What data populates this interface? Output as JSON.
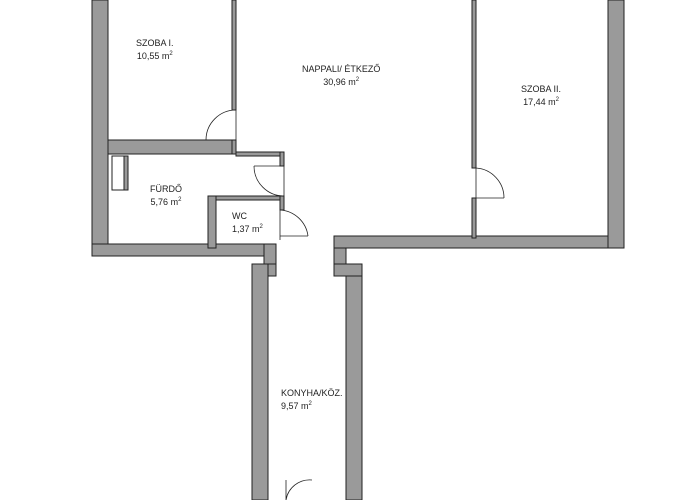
{
  "plan": {
    "wall_color": "#9a9a9a",
    "wall_stroke": "#222222",
    "rooms": [
      {
        "name": "SZOBA I.",
        "area": "10,55",
        "unit": "m",
        "exp": "2"
      },
      {
        "name": "NAPPALI/ ÉTKEZŐ",
        "area": "30,96",
        "unit": "m",
        "exp": "2"
      },
      {
        "name": "SZOBA II.",
        "area": "17,44",
        "unit": "m",
        "exp": "2"
      },
      {
        "name": "FÜRDŐ",
        "area": "5,76",
        "unit": "m",
        "exp": "2"
      },
      {
        "name": "WC",
        "area": "1,37",
        "unit": "m",
        "exp": "2"
      },
      {
        "name": "KONYHA/KÖZ.",
        "area": "9,57",
        "unit": "m",
        "exp": "2"
      }
    ]
  }
}
